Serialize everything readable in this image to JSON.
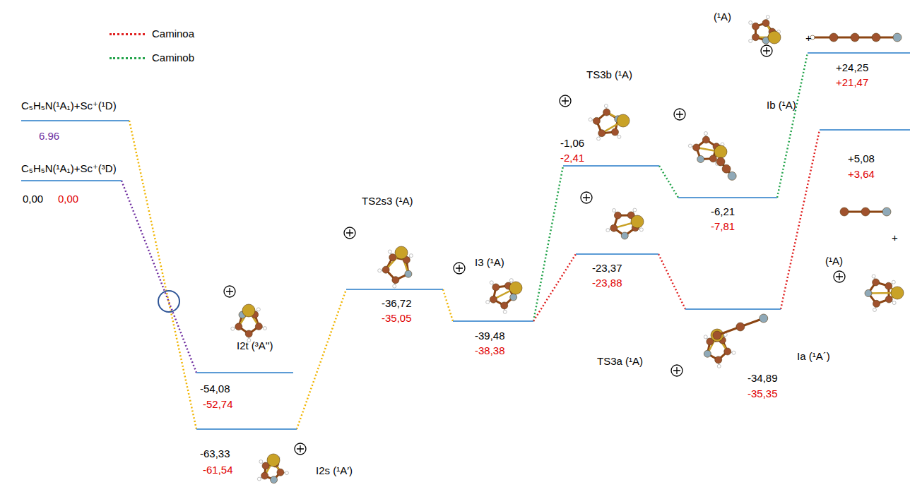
{
  "diagram": {
    "nodes": [
      {
        "text": [
          "C₅H₅N(¹A₁)+Sc⁺(¹D)",
          "6.96"
        ]
      },
      {
        "text": [
          "C₅H₅N(¹A₁)+Sc⁺(³D)",
          "0,00",
          "0,00"
        ]
      },
      {
        "text": [
          "I2t (³A'')",
          "-54,08",
          "-52,74"
        ]
      },
      {
        "text": [
          "I2s (¹A′)",
          "-63,33",
          "-61,54"
        ]
      },
      {
        "text": [
          "TS2s3 (¹A)",
          "-36,72",
          "-35,05"
        ]
      },
      {
        "text": [
          "I3 (¹A)",
          "-39,48",
          "-38,38"
        ]
      },
      {
        "text": [
          "TS3b (¹A)",
          "-1,06",
          "-2,41"
        ]
      },
      {
        "text": [
          "Ib (¹A)",
          "-6,21",
          "-7,81"
        ]
      },
      {
        "text": [
          "(¹A)",
          "+",
          "+24,25",
          "+21,47"
        ]
      },
      {
        "text": [
          "TS3a (¹A)",
          "-23,37",
          "-23,88"
        ]
      },
      {
        "text": [
          "Ia (¹A´)",
          "-34,89",
          "-35,35"
        ]
      },
      {
        "text": [
          "+5,08",
          "+3,64",
          "+",
          "(¹A)"
        ]
      }
    ],
    "edges": [
      {
        "from": 0,
        "to": 3,
        "arrow": "none"
      },
      {
        "from": 1,
        "to": 2,
        "arrow": "none"
      },
      {
        "from": 3,
        "to": 4,
        "arrow": "none"
      },
      {
        "from": 4,
        "to": 5,
        "arrow": "none"
      },
      {
        "from": 5,
        "to": 6,
        "arrow": "none"
      },
      {
        "from": 6,
        "to": 7,
        "arrow": "none"
      },
      {
        "from": 7,
        "to": 8,
        "arrow": "none"
      },
      {
        "from": 5,
        "to": 9,
        "arrow": "none"
      },
      {
        "from": 9,
        "to": 10,
        "arrow": "none"
      },
      {
        "from": 10,
        "to": 11,
        "arrow": "none"
      }
    ],
    "legend": [
      {
        "text": "Caminoa"
      },
      {
        "text": "Caminob"
      }
    ]
  }
}
